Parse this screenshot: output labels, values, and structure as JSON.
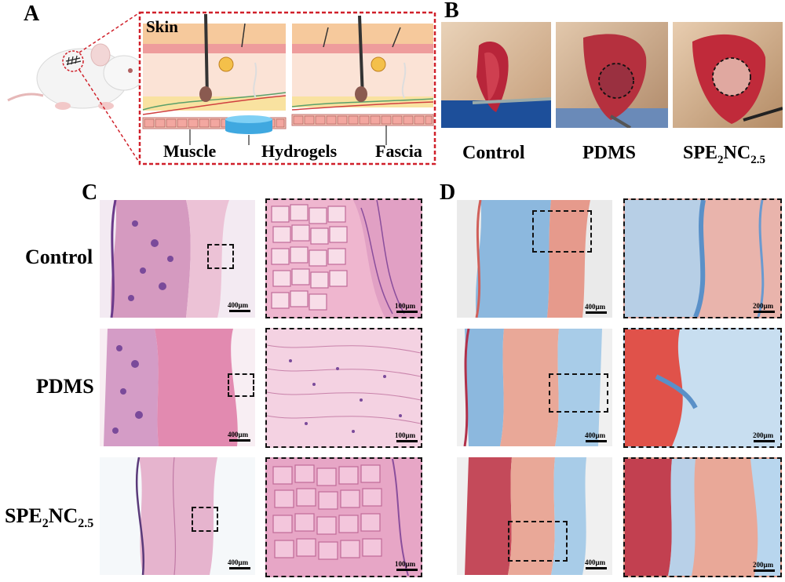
{
  "panels": {
    "A": "A",
    "B": "B",
    "C": "C",
    "D": "D"
  },
  "schematic": {
    "skin_label": "Skin",
    "muscle_label": "Muscle",
    "hydrogels_label": "Hydrogels",
    "fascia_label": "Fascia"
  },
  "photos": {
    "control": "Control",
    "pdms": "PDMS",
    "spe_main": "SPE",
    "spe_sub1": "2",
    "spe_mid": "NC",
    "spe_sub2": "2.5"
  },
  "rows": {
    "control": "Control",
    "pdms": "PDMS",
    "spe_main": "SPE",
    "spe_sub1": "2",
    "spe_mid": "NC",
    "spe_sub2": "2.5"
  },
  "scalebars": {
    "c_low": "400μm",
    "c_high": "100μm",
    "d_low": "400μm",
    "d_high": "200μm"
  },
  "colors": {
    "he_pink": "#e9a7c3",
    "he_purple": "#8a4e9c",
    "masson_blue": "#7fb0d9",
    "masson_red": "#e07c6a",
    "dashed_red": "#d0202a"
  }
}
